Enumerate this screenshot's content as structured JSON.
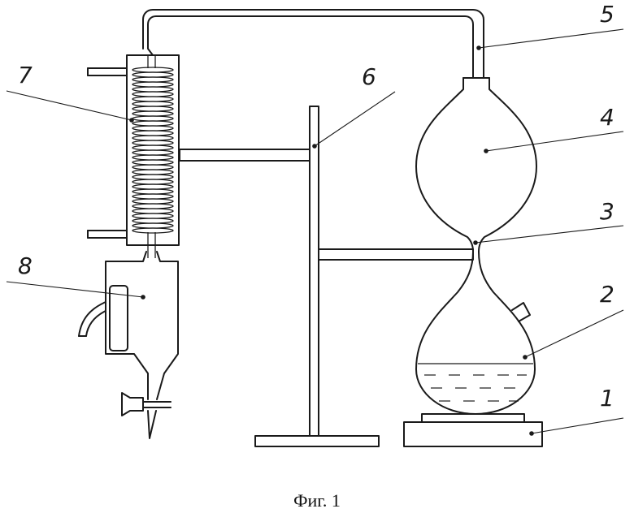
{
  "labels": {
    "l1": "1",
    "l2": "2",
    "l3": "3",
    "l4": "4",
    "l5": "5",
    "l6": "6",
    "l7": "7",
    "l8": "8"
  },
  "caption": "Фиг. 1"
}
